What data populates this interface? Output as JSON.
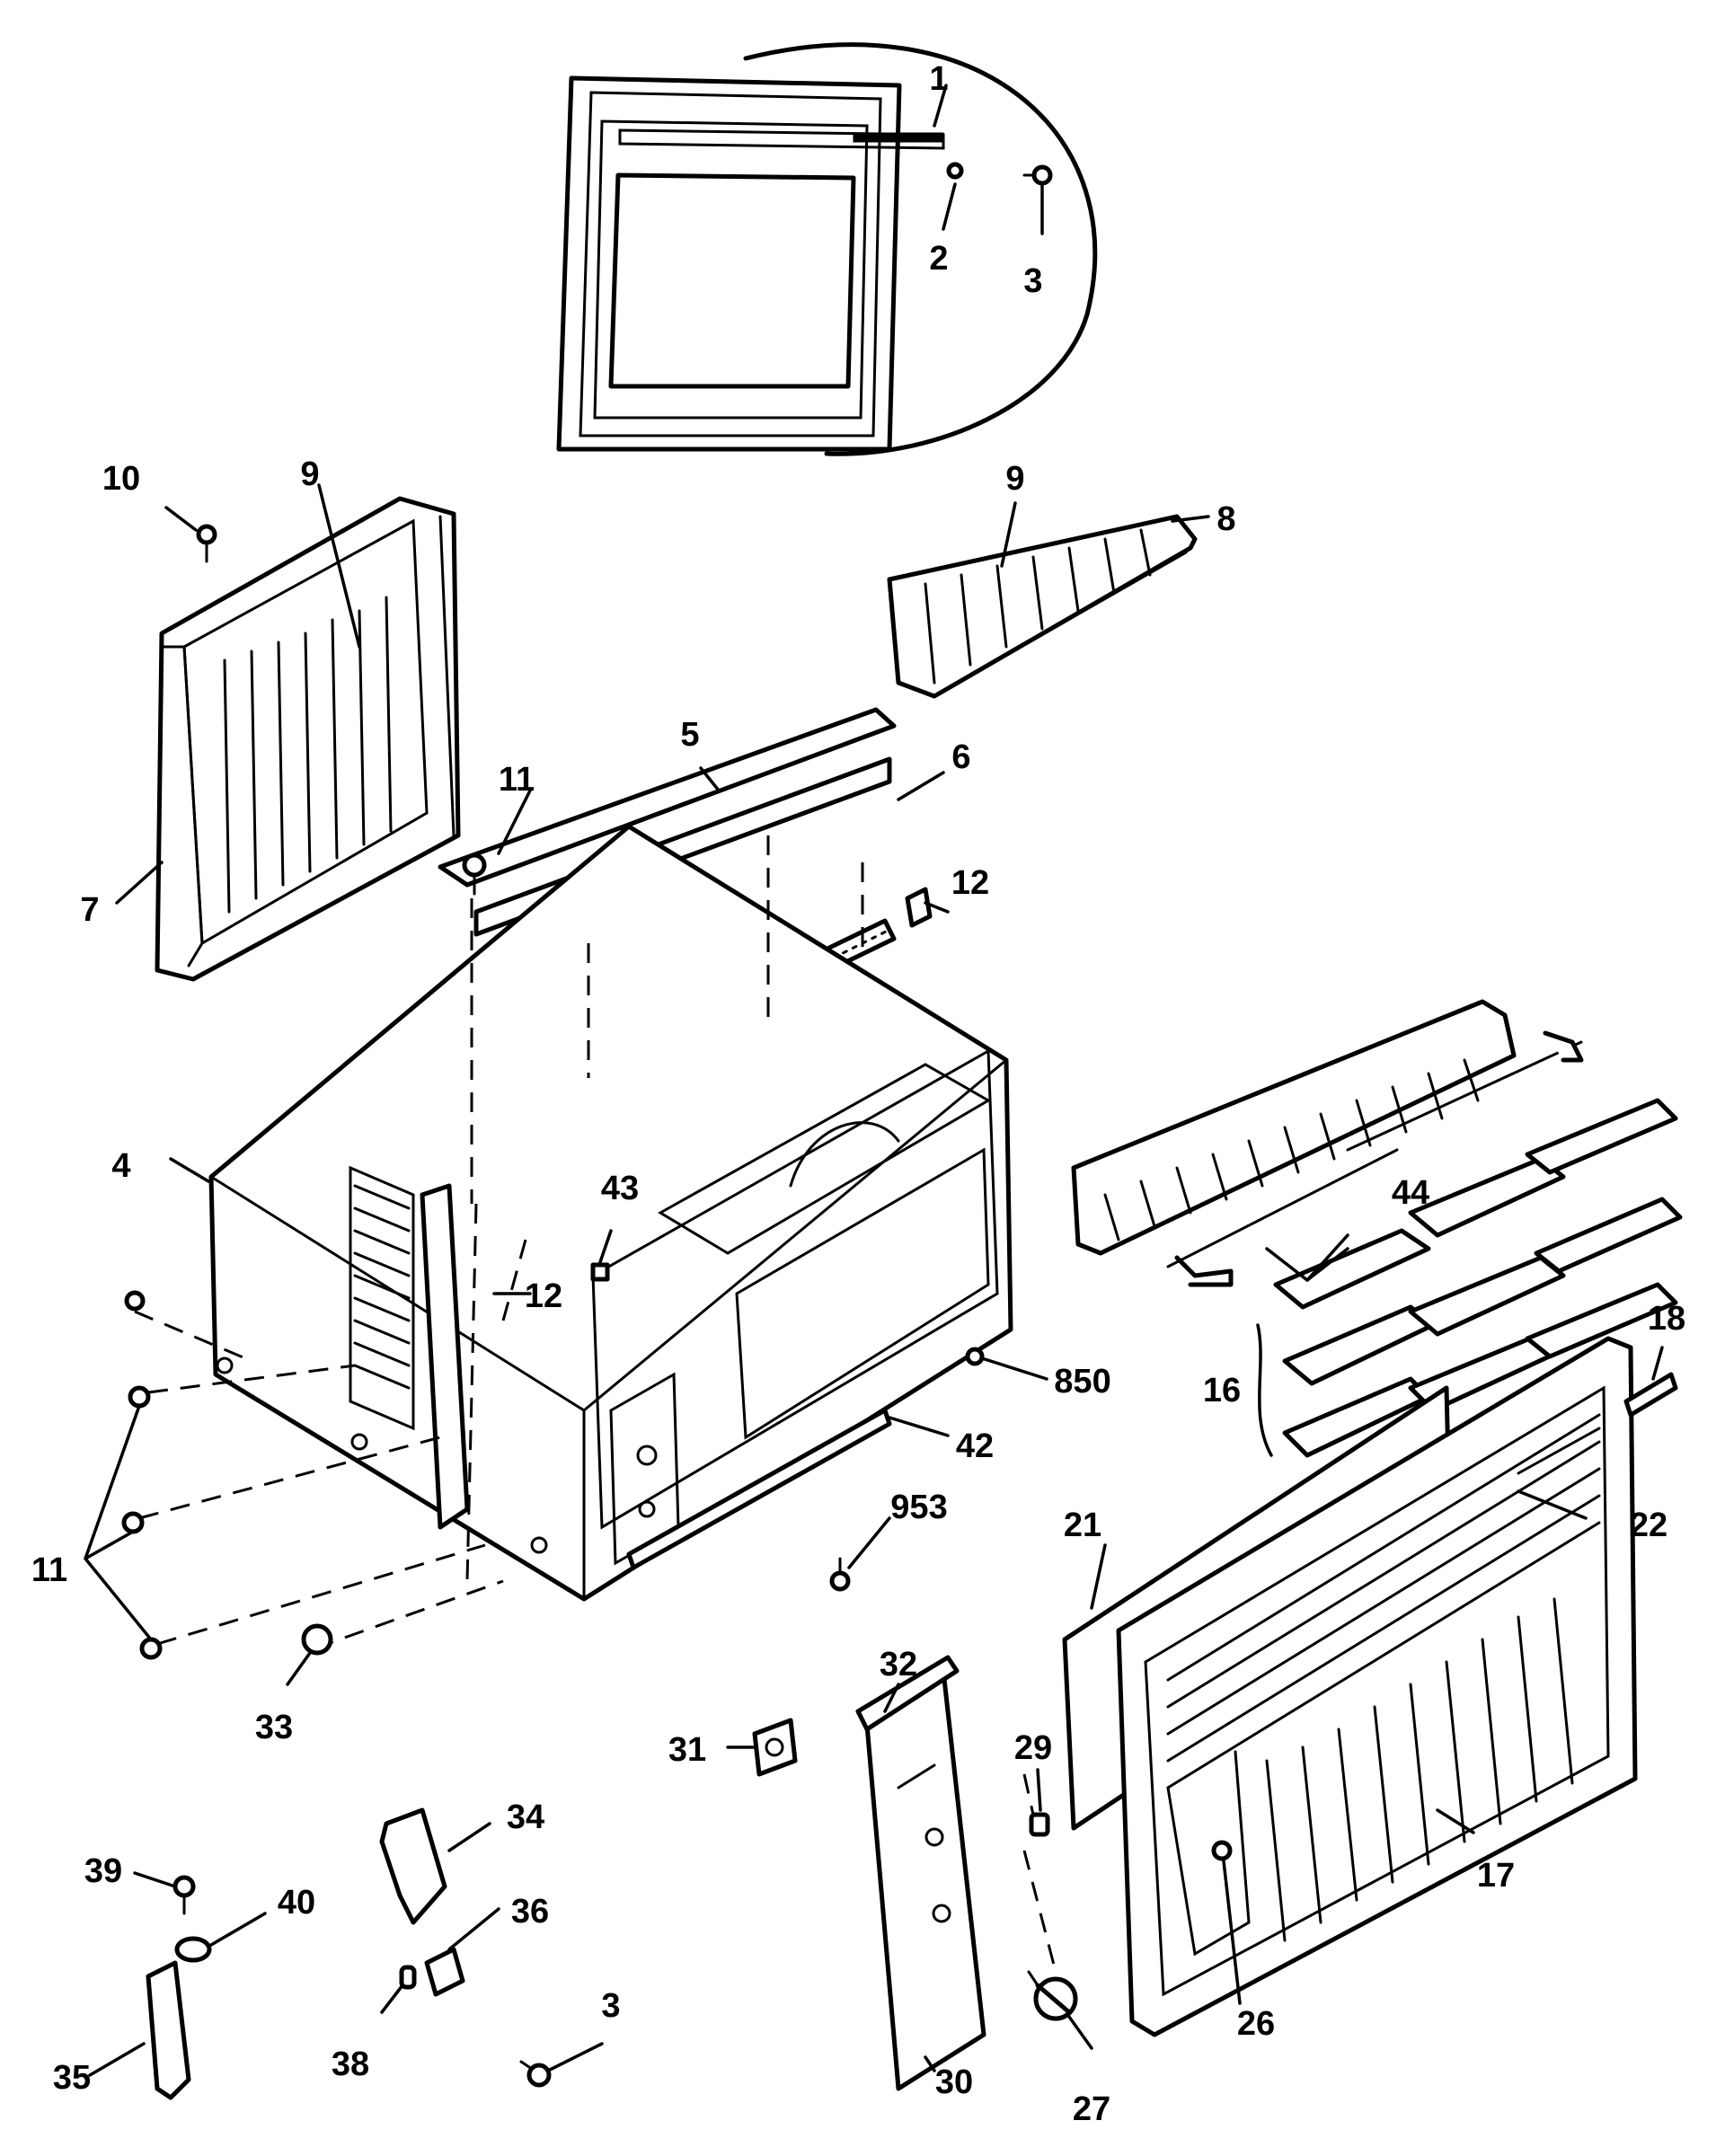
{
  "labels": {
    "l1": "1",
    "l2": "2",
    "l3a": "3",
    "l3b": "3",
    "l4": "4",
    "l5": "5",
    "l6": "6",
    "l7": "7",
    "l8": "8",
    "l9a": "9",
    "l9b": "9",
    "l10": "10",
    "l11a": "11",
    "l11b": "11",
    "l12a": "12",
    "l12b": "12",
    "l16": "16",
    "l17": "17",
    "l18": "18",
    "l21": "21",
    "l22": "22",
    "l26": "26",
    "l27": "27",
    "l29": "29",
    "l30": "30",
    "l31": "31",
    "l32": "32",
    "l33": "33",
    "l34": "34",
    "l35": "35",
    "l36": "36",
    "l38": "38",
    "l39": "39",
    "l40": "40",
    "l42": "42",
    "l43": "43",
    "l44": "44",
    "l850": "850",
    "l953": "953"
  }
}
